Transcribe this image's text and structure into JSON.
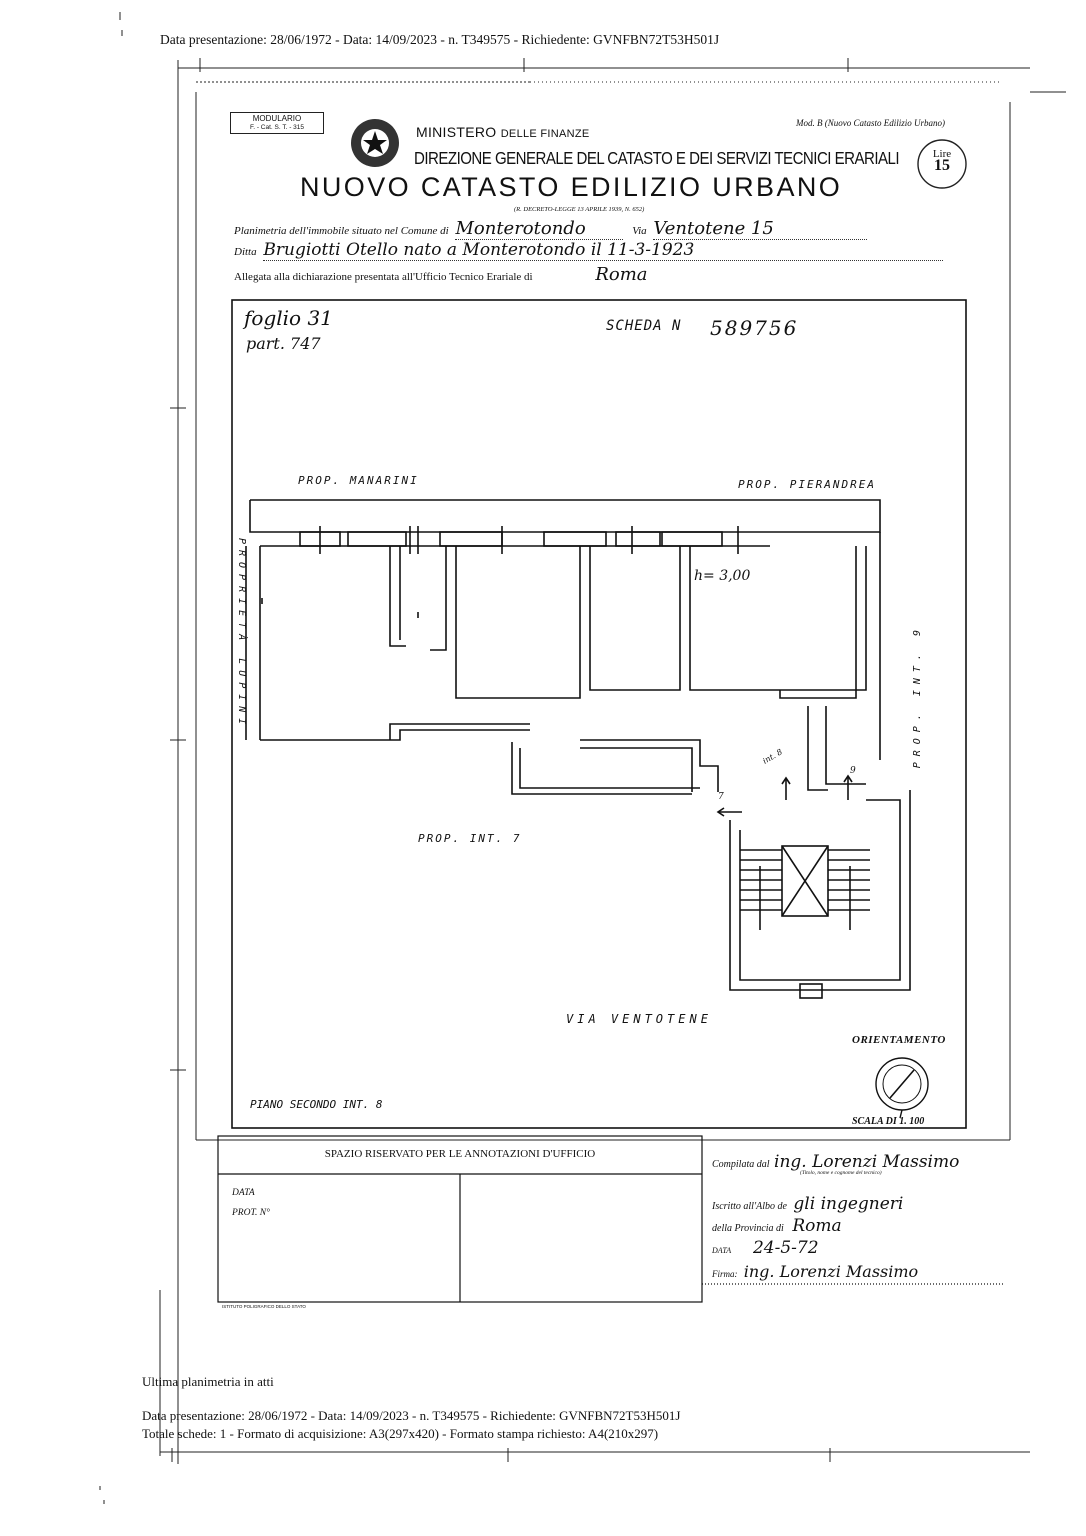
{
  "header_top": "Data presentazione: 28/06/1972 - Data: 14/09/2023 - n. T349575 - Richiedente: GVNFBN72T53H501J",
  "form": {
    "modulario_box": "MODULARIO",
    "modulario_code": "F. - Cat. S. T. - 315",
    "ministry": "MINISTERO",
    "ministry_rest": "DELLE FINANZE",
    "mod_label": "Mod. B (Nuovo Catasto Edilizio Urbano)",
    "direction": "DIREZIONE GENERALE DEL CATASTO E DEI SERVIZI TECNICI ERARIALI",
    "lire_label": "Lire",
    "lire_value": "15",
    "title": "NUOVO CATASTO EDILIZIO URBANO",
    "decree": "(R. DECRETO-LEGGE 13 APRILE 1939, N. 652)",
    "planimetria_label": "Planimetria dell'immobile situato nel Comune di",
    "comune_value": "Monterotondo",
    "via_label": "Via",
    "via_value": "Ventotene 15",
    "ditta_label": "Ditta",
    "ditta_value": "Brugiotti Otello nato a Monterotondo il 11-3-1923",
    "allegata_label": "Allegata alla dichiarazione presentata all'Ufficio Tecnico Erariale di",
    "ufficio_value": "Roma"
  },
  "plan": {
    "foglio": "foglio 31",
    "part": "part. 747",
    "scheda": "SCHEDA N",
    "scheda_number": "589756",
    "prop_north_left": "PROP. MANARINI",
    "prop_north_right": "PROP. PIERANDREA",
    "prop_west": "PROPRIETÀ LUPINI",
    "prop_east": "PROP. INT. 9",
    "height": "h= 3,00",
    "int8": "int. 8",
    "int7_small": "7",
    "int9_small": "9",
    "prop_int7": "PROP. INT. 7",
    "street": "VIA VENTOTENE",
    "orientation_label": "ORIENTAMENTO",
    "floor": "PIANO SECONDO INT. 8",
    "scale": "SCALA DI 1. 100"
  },
  "office": {
    "reserved_title": "SPAZIO RISERVATO PER LE ANNOTAZIONI D'UFFICIO",
    "data_label": "DATA",
    "prot_label": "PROT. N°",
    "compilata_label": "Compilata dal",
    "compilata_value": "ing. Lorenzi Massimo",
    "compilata_note": "(Titolo, nome e cognome del tecnico)",
    "iscritto_label": "Iscritto all'Albo de",
    "iscritto_value": "gli ingegneri",
    "provincia_label": "della Provincia di",
    "provincia_value": "Roma",
    "data2_label": "DATA",
    "data2_value": "24-5-72",
    "firma_label": "Firma:",
    "firma_value": "ing. Lorenzi Massimo",
    "printer": "ISTITUTO POLIGRAFICO DELLO STATO"
  },
  "footer": {
    "ultima": "Ultima planimetria in atti",
    "presentazione": "Data presentazione: 28/06/1972 - Data: 14/09/2023 - n. T349575 - Richiedente: GVNFBN72T53H501J",
    "totale": "Totale schede: 1 - Formato di acquisizione: A3(297x420) - Formato stampa richiesto: A4(210x297)"
  }
}
